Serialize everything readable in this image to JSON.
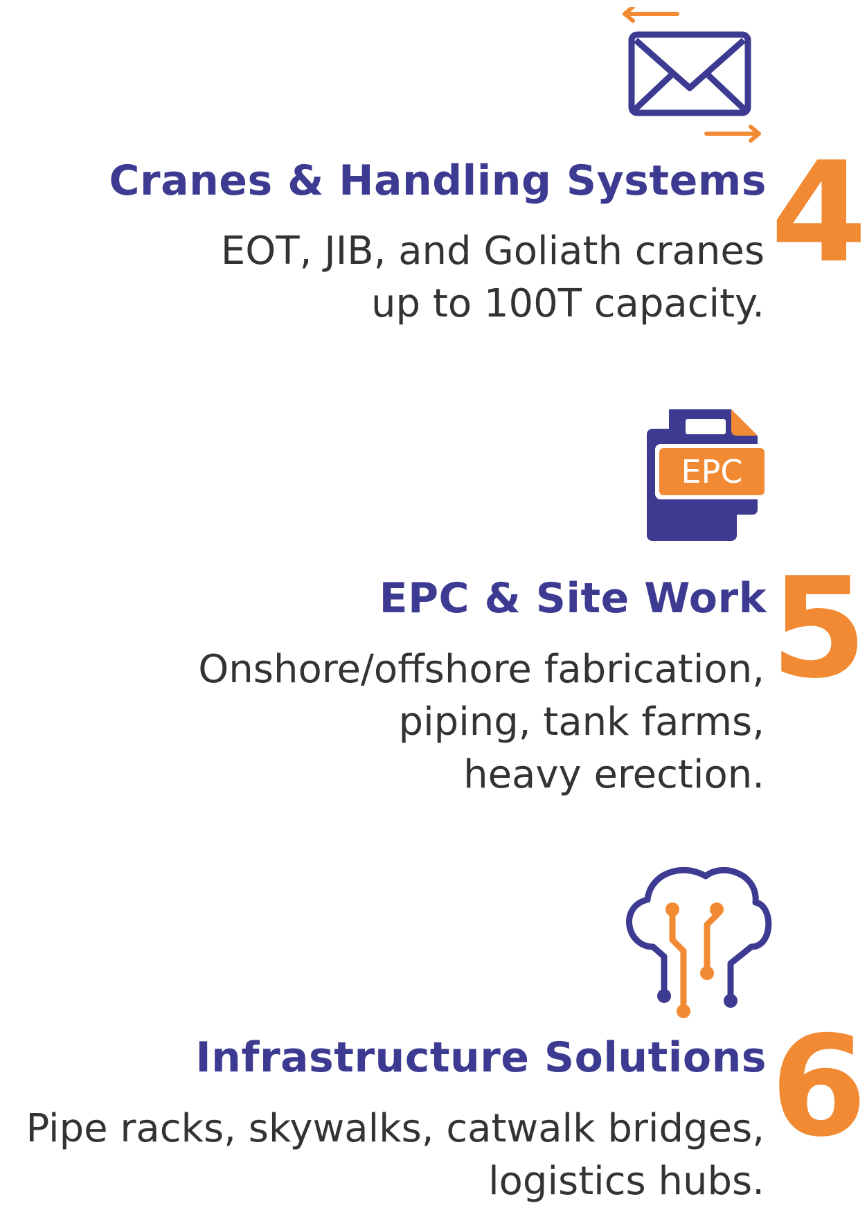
{
  "colors": {
    "primary": "#3d3a92",
    "accent": "#f28a33",
    "body_text": "#333333"
  },
  "sections": [
    {
      "icon": "envelope-exchange-icon",
      "title": "Cranes & Handling Systems",
      "number": "4",
      "description_lines": [
        "EOT, JIB, and Goliath cranes",
        "up to 100T capacity."
      ]
    },
    {
      "icon": "epc-document-icon",
      "icon_label": "EPC",
      "title": "EPC & Site Work",
      "number": "5",
      "description_lines": [
        "Onshore/offshore fabrication,",
        "piping, tank farms,",
        "heavy erection."
      ]
    },
    {
      "icon": "cloud-network-icon",
      "title": "Infrastructure Solutions",
      "number": "6",
      "description_lines": [
        "Pipe racks, skywalks, catwalk bridges,",
        "logistics hubs."
      ]
    }
  ]
}
